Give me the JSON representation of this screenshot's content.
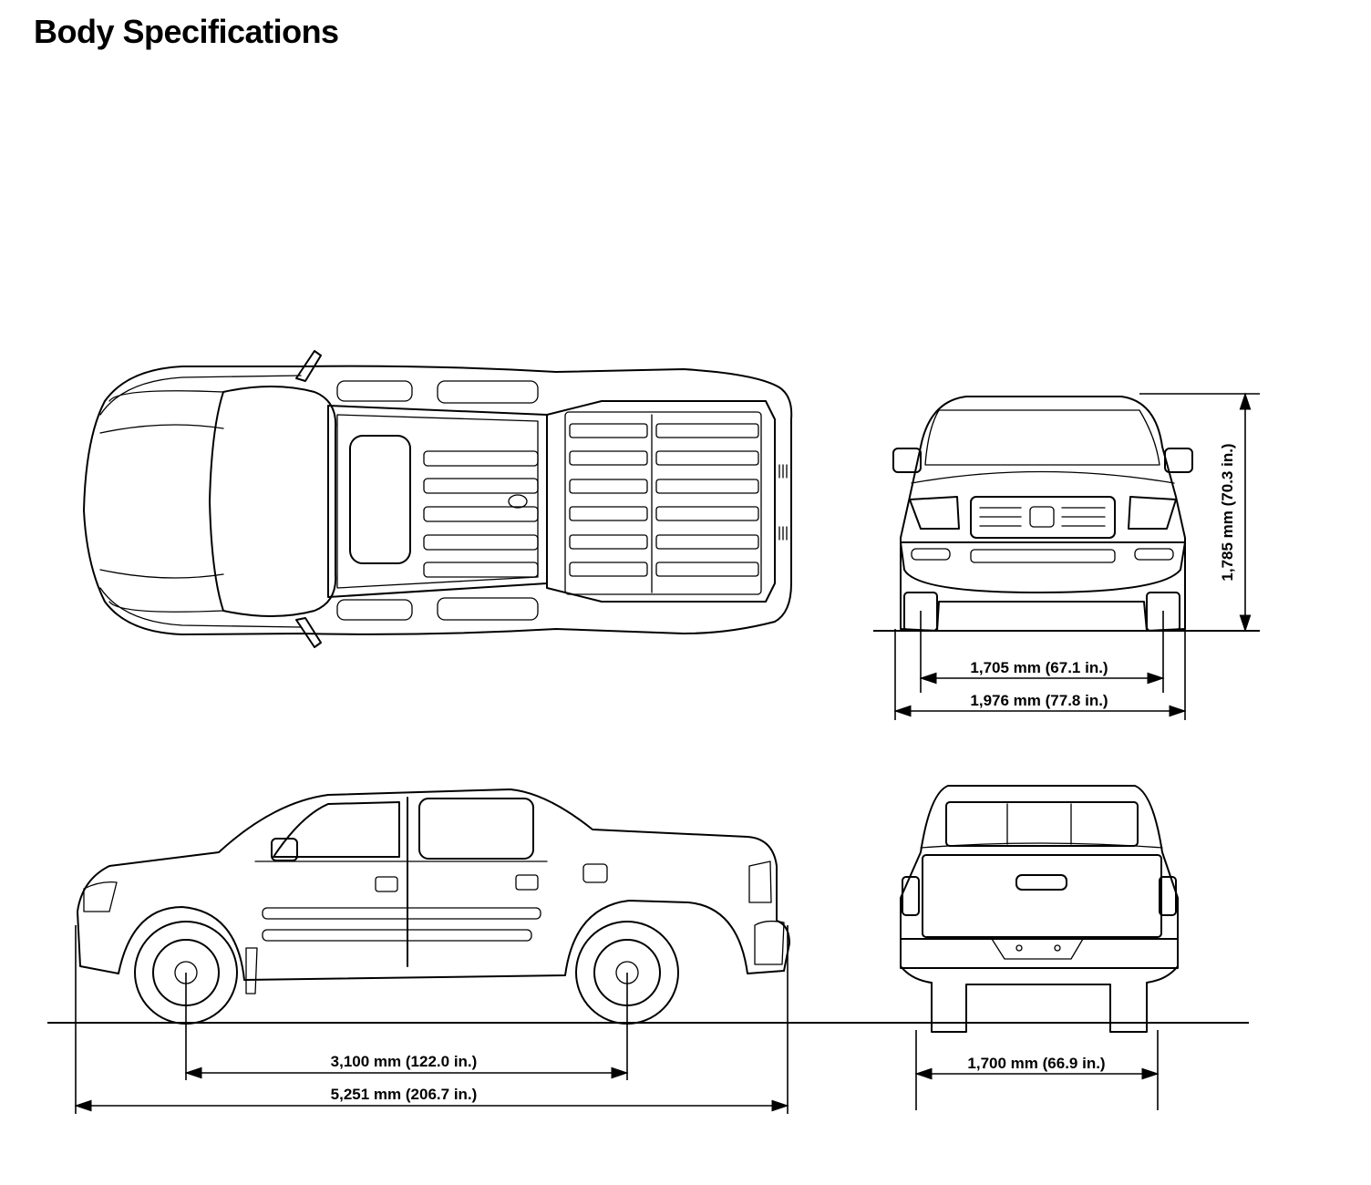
{
  "page": {
    "title": "Body Specifications"
  },
  "views": {
    "top": {
      "name": "top-view"
    },
    "front": {
      "name": "front-view"
    },
    "side": {
      "name": "side-view"
    },
    "rear": {
      "name": "rear-view"
    }
  },
  "dimensions": {
    "height": "1,785 mm (70.3 in.)",
    "front_track": "1,705 mm (67.1 in.)",
    "overall_width": "1,976 mm (77.8 in.)",
    "wheelbase": "3,100 mm (122.0 in.)",
    "overall_length": "5,251 mm (206.7 in.)",
    "rear_track": "1,700 mm (66.9 in.)"
  }
}
